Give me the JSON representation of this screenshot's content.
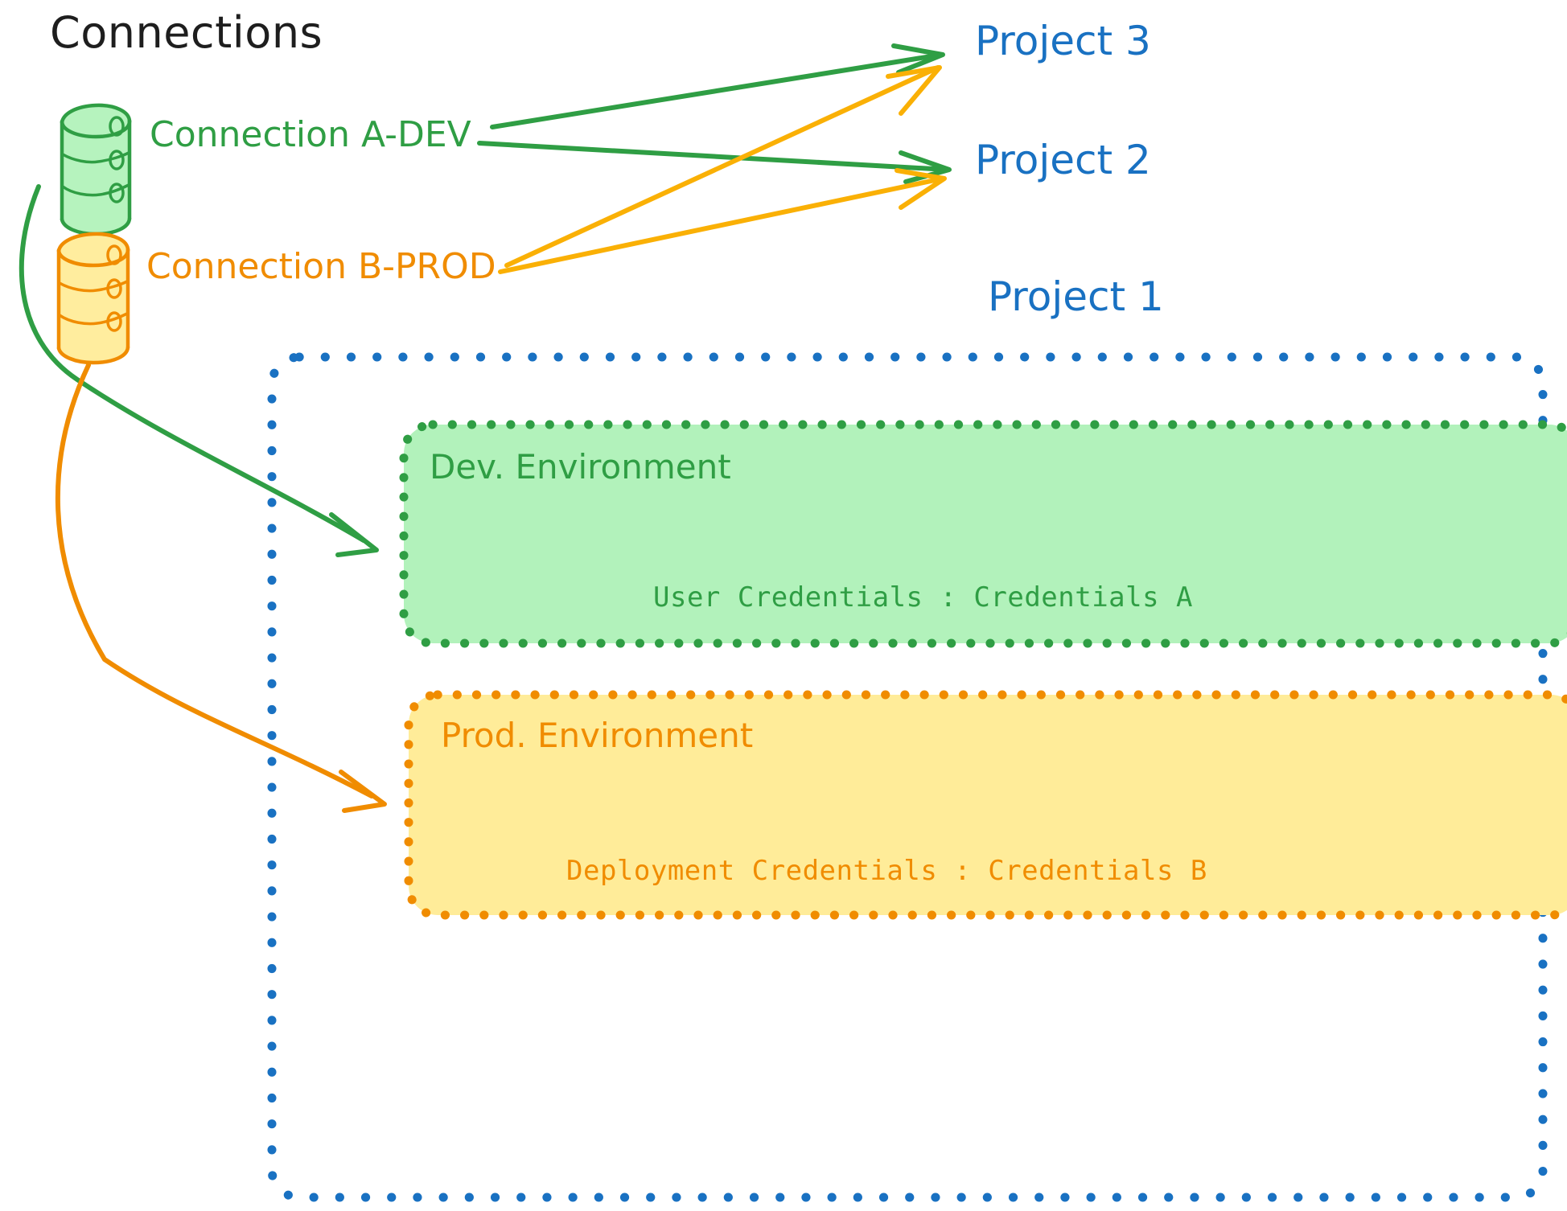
{
  "diagram": {
    "title": "Connections",
    "colors": {
      "green_stroke": "#2f9e44",
      "green_fill": "#b2f2bb",
      "orange_stroke": "#f08c00",
      "orange_fill": "#ffec99",
      "blue_stroke": "#1971c2",
      "black_text": "#1e1e1e"
    },
    "connections": [
      {
        "id": "conn-a-dev",
        "label": "Connection A-DEV",
        "color": "#2f9e44",
        "icon": "database-cylinder-icon",
        "targets": [
          "Project 3",
          "Project 2",
          "Dev. Environment"
        ]
      },
      {
        "id": "conn-b-prod",
        "label": "Connection B-PROD",
        "color": "#f08c00",
        "icon": "database-cylinder-icon",
        "targets": [
          "Project 3",
          "Project 2",
          "Prod. Environment"
        ]
      }
    ],
    "projects": [
      {
        "id": "project-3",
        "label": "Project 3"
      },
      {
        "id": "project-2",
        "label": "Project 2"
      },
      {
        "id": "project-1",
        "label": "Project 1"
      }
    ],
    "project_1_container": {
      "label": "Project 1",
      "border_style": "dotted",
      "border_color": "#1971c2",
      "environments": [
        {
          "id": "dev-environment",
          "title": "Dev. Environment",
          "credentials_label": "User Credentials",
          "credentials_separator": ":",
          "credentials_value": "Credentials A",
          "credentials_line": "User Credentials : Credentials A",
          "fill": "#b2f2bb",
          "stroke": "#2f9e44"
        },
        {
          "id": "prod-environment",
          "title": "Prod. Environment",
          "credentials_label": "Deployment Credentials",
          "credentials_separator": ":",
          "credentials_value": "Credentials B",
          "credentials_line": "Deployment Credentials : Credentials B",
          "fill": "#ffec99",
          "stroke": "#f08c00"
        }
      ]
    }
  }
}
